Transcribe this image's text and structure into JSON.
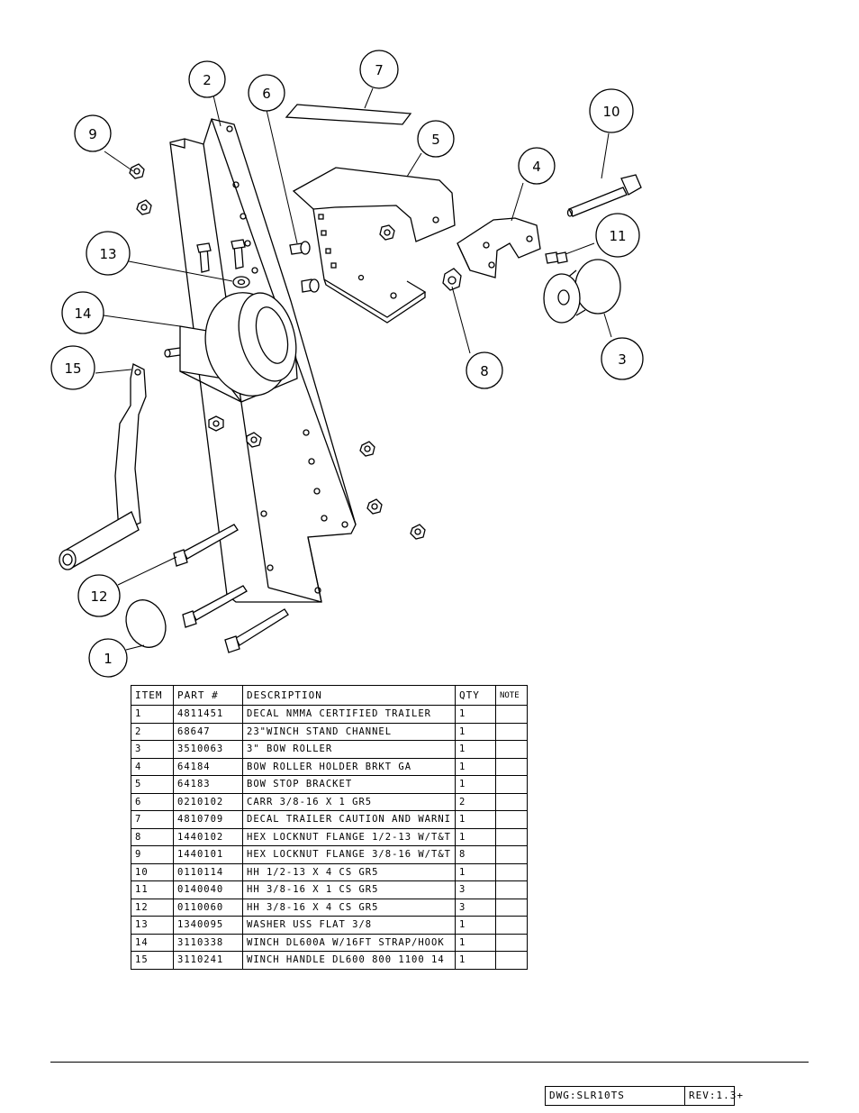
{
  "callouts": [
    "1",
    "2",
    "3",
    "4",
    "5",
    "6",
    "7",
    "8",
    "9",
    "10",
    "11",
    "12",
    "13",
    "14",
    "15"
  ],
  "bom": {
    "headers": {
      "item": "ITEM",
      "part": "PART #",
      "description": "DESCRIPTION",
      "qty": "QTY",
      "note": "NOTE"
    },
    "rows": [
      {
        "item": "1",
        "part": "4811451",
        "description": " DECAL NMMA CERTIFIED TRAILER",
        "qty": "1",
        "note": ""
      },
      {
        "item": "2",
        "part": "68647",
        "description": "23\"WINCH STAND CHANNEL",
        "qty": "1",
        "note": ""
      },
      {
        "item": "3",
        "part": "3510063",
        "description": "3\" BOW ROLLER",
        "qty": "1",
        "note": ""
      },
      {
        "item": "4",
        "part": "64184",
        "description": "BOW ROLLER HOLDER BRKT GA",
        "qty": "1",
        "note": ""
      },
      {
        "item": "5",
        "part": "64183",
        "description": "BOW STOP BRACKET",
        "qty": "1",
        "note": ""
      },
      {
        "item": "6",
        "part": "0210102",
        "description": "CARR 3/8-16 X 1 GR5",
        "qty": "2",
        "note": ""
      },
      {
        "item": "7",
        "part": "4810709",
        "description": "DECAL TRAILER CAUTION AND WARNI",
        "qty": "1",
        "note": ""
      },
      {
        "item": "8",
        "part": "1440102",
        "description": "HEX LOCKNUT FLANGE 1/2-13 W/T&T",
        "qty": "1",
        "note": ""
      },
      {
        "item": "9",
        "part": "1440101",
        "description": "HEX LOCKNUT FLANGE 3/8-16 W/T&T",
        "qty": "8",
        "note": ""
      },
      {
        "item": "10",
        "part": "0110114",
        "description": "HH 1/2-13 X 4 CS GR5",
        "qty": "1",
        "note": ""
      },
      {
        "item": "11",
        "part": "0140040",
        "description": "HH 3/8-16 X 1 CS GR5",
        "qty": "3",
        "note": ""
      },
      {
        "item": "12",
        "part": "0110060",
        "description": "HH 3/8-16 X 4 CS GR5",
        "qty": "3",
        "note": ""
      },
      {
        "item": "13",
        "part": "1340095",
        "description": "WASHER USS FLAT 3/8",
        "qty": "1",
        "note": ""
      },
      {
        "item": "14",
        "part": "3110338",
        "description": "WINCH DL600A W/16FT STRAP/HOOK",
        "qty": "1",
        "note": ""
      },
      {
        "item": "15",
        "part": "3110241",
        "description": "WINCH HANDLE   DL600 800 1100 14",
        "qty": "1",
        "note": ""
      }
    ]
  },
  "title_block": {
    "dwg": "DWG:SLR10TS",
    "rev": "REV:1.3+"
  }
}
